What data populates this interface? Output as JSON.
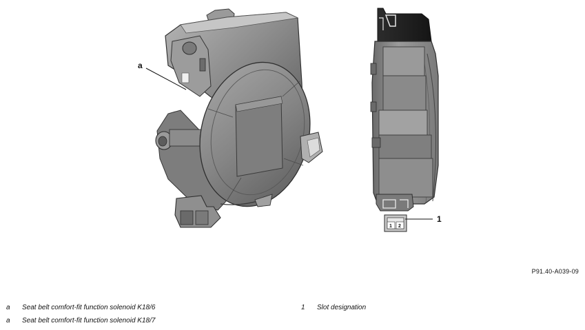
{
  "figure": {
    "callouts": {
      "left_part": "a",
      "connector": "1"
    },
    "connector_pins": [
      "1",
      "2"
    ],
    "reference_code": "P91.40-A039-09"
  },
  "legend": [
    {
      "key": "a",
      "text": "Seat belt comfort-fit function solenoid K18/6"
    },
    {
      "key": "a",
      "text": "Seat belt comfort-fit function solenoid K18/7"
    },
    {
      "key": "1",
      "text": "Slot designation"
    }
  ],
  "colors": {
    "body_gray": "#8a8a8a",
    "dark_gray": "#3a3a3a",
    "edge_white": "#f2f2f2"
  }
}
